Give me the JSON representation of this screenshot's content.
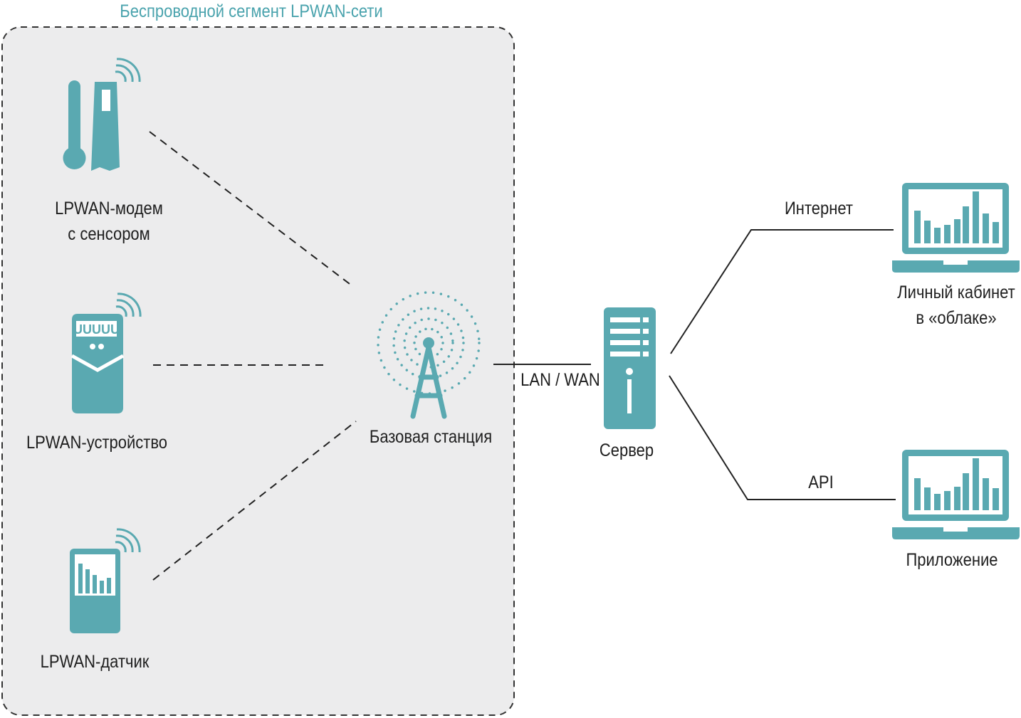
{
  "segment": {
    "title": "Беспроводной сегмент LPWAN-сети"
  },
  "nodes": {
    "modem": {
      "line1": "LPWAN-модем",
      "line2": "с сенсором"
    },
    "device": {
      "label": "LPWAN-устройство",
      "screen_text": "UUUUU"
    },
    "sensor": {
      "label": "LPWAN-датчик"
    },
    "base_station": {
      "label": "Базовая станция"
    },
    "server": {
      "label": "Сервер"
    },
    "cabinet": {
      "line1": "Личный кабинет",
      "line2": "в «облаке»"
    },
    "app": {
      "label": "Приложение"
    }
  },
  "links": {
    "lan_wan": "LAN / WAN",
    "internet": "Интернет",
    "api": "API"
  },
  "colors": {
    "accent": "#5aa9b1",
    "segment_fill": "#ececed",
    "segment_border": "#333333",
    "title": "#4aa3ad"
  }
}
